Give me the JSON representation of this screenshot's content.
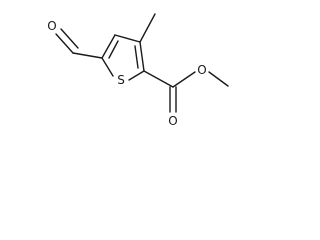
{
  "molecule": {
    "atoms": {
      "sulfur": "S",
      "aldehyde_oxygen": "O",
      "carbonyl_oxygen": "O",
      "ester_oxygen": "O"
    }
  },
  "colors": {
    "bond": "#1a1a1a",
    "background": "#ffffff"
  }
}
